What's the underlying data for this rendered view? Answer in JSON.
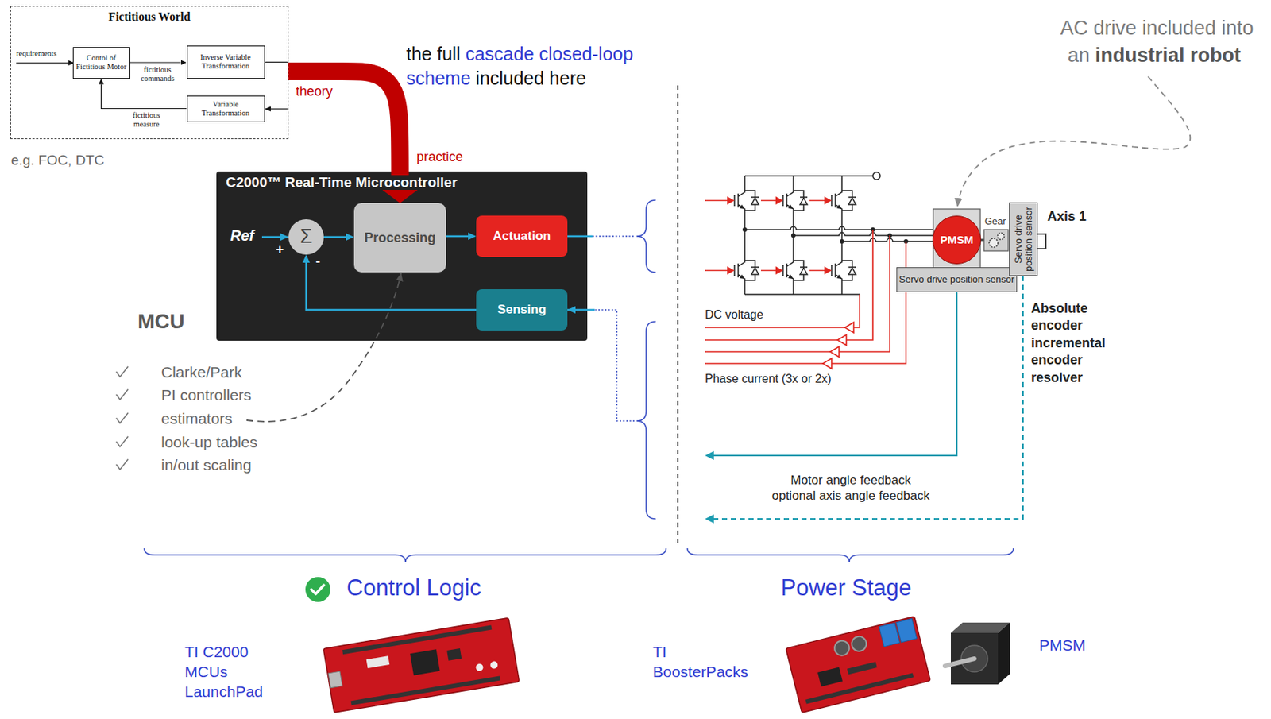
{
  "diagram": {
    "nodes": [
      {
        "text": [
          "Fictitious World"
        ]
      },
      {
        "text": [
          "Contol of Fictitious Motor"
        ],
        "in": 0
      },
      {
        "text": [
          "Inverse Variable Transformation"
        ],
        "in": 0
      },
      {
        "text": [
          "Variable Transformation"
        ],
        "in": 0
      },
      {
        "text": [
          "C2000™ Real-Time Microcontroller"
        ]
      },
      {
        "text": [
          "Σ"
        ],
        "in": 4
      },
      {
        "text": [
          "Processing"
        ],
        "in": 4
      },
      {
        "text": [
          "Actuation"
        ],
        "in": 4
      },
      {
        "text": [
          "Sensing"
        ],
        "in": 4
      },
      {
        "text": [
          "PMSM"
        ]
      },
      {
        "text": [
          "Servo drive position sensor"
        ]
      },
      {
        "text": [
          "Servo drive position sensor"
        ]
      }
    ],
    "edges": [
      {
        "from": 1,
        "to": 2,
        "arrow": "to",
        "label": "fictitious commands"
      },
      {
        "from": 3,
        "to": 1,
        "arrow": "to",
        "label": "fictitious measure"
      },
      {
        "from": 0,
        "to": 6,
        "arrow": "to",
        "label": "theory"
      },
      {
        "from": 5,
        "to": 6,
        "arrow": "to"
      },
      {
        "from": 6,
        "to": 7,
        "arrow": "to"
      },
      {
        "from": 8,
        "to": 5,
        "arrow": "to"
      }
    ],
    "labels": [
      "requirements",
      "e.g. FOC, DTC",
      "practice",
      "the full",
      "cascade closed-loop scheme",
      "included here",
      "AC drive included into an",
      "industrial robot",
      "Ref",
      "+",
      "-",
      "MCU",
      "Clarke/Park",
      "PI controllers",
      "estimators",
      "look-up tables",
      "in/out scaling",
      "Gear",
      "Axis 1",
      "DC voltage",
      "Phase current (3x or 2x)",
      "Absolute encoder incremental encoder resolver",
      "Motor angle feedback",
      "optional axis angle feedback",
      "Control Logic",
      "Power Stage",
      "TI C2000 MCUs LaunchPad",
      "TI BoosterPacks",
      "PMSM"
    ]
  }
}
